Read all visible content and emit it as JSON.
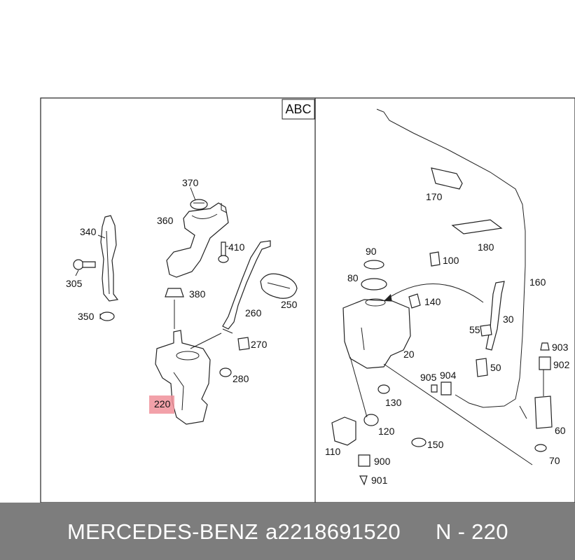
{
  "panel_tag": "ABC",
  "highlight_color": "#f0909a",
  "footer_bg": "#7d7d7d",
  "footer": {
    "brand": "MERCEDES-BENZ",
    "separator": "-",
    "part_number": "a2218691520",
    "position": "N - 220"
  },
  "left_labels": {
    "l370": "370",
    "l360": "360",
    "l340": "340",
    "l410": "410",
    "l305": "305",
    "l380": "380",
    "l260": "260",
    "l250": "250",
    "l350": "350",
    "l270": "270",
    "l280": "280",
    "l220": "220"
  },
  "right_labels": {
    "l170": "170",
    "l180": "180",
    "l90": "90",
    "l100": "100",
    "l160": "160",
    "l80": "80",
    "l140": "140",
    "l30": "30",
    "l55": "55",
    "l20": "20",
    "l50": "50",
    "l903": "903",
    "l902": "902",
    "l905": "905",
    "l904": "904",
    "l130": "130",
    "l60": "60",
    "l120": "120",
    "l150": "150",
    "l110": "110",
    "l900": "900",
    "l70": "70",
    "l901": "901"
  }
}
